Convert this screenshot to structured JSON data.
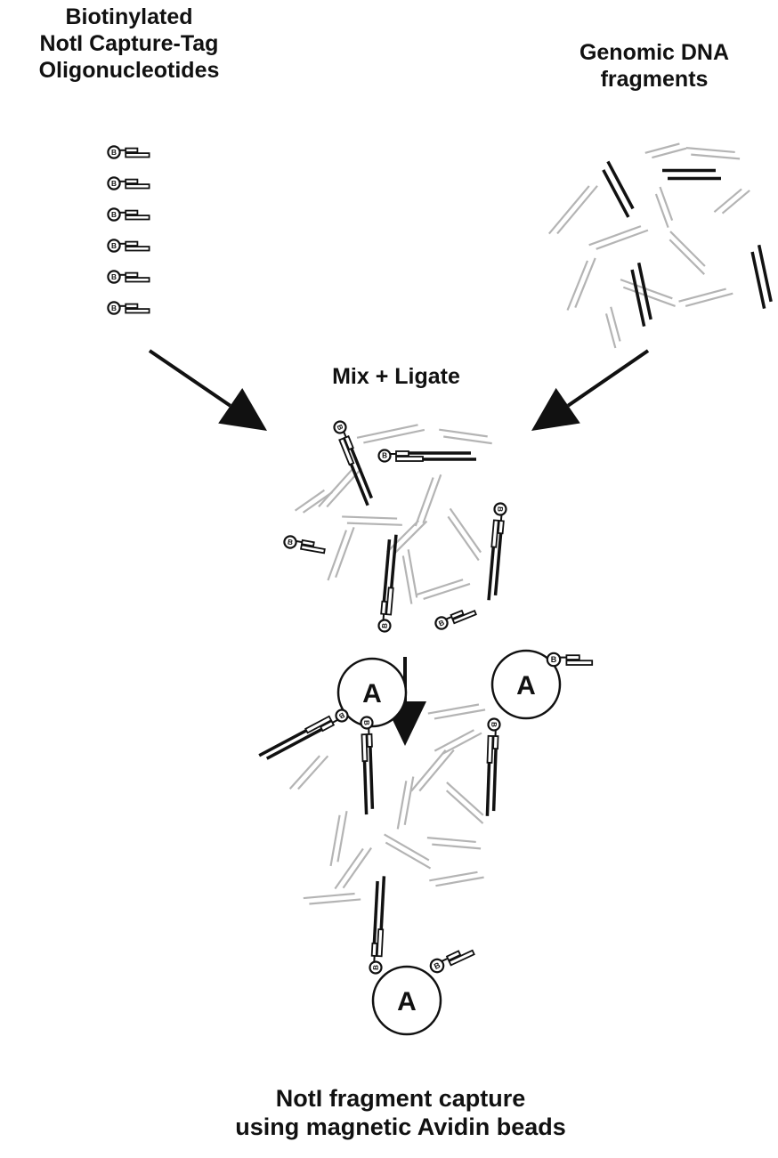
{
  "labels": {
    "oligo_line1": "Biotinylated",
    "oligo_line2": "NotI Capture-Tag",
    "oligo_line3": "Oligonucleotides",
    "genomic_line1": "Genomic DNA",
    "genomic_line2": "fragments",
    "mix": "Mix + Ligate",
    "capture_line1": "NotI fragment capture",
    "capture_line2": "using magnetic Avidin beads"
  },
  "symbols": {
    "biotin": "B",
    "avidin": "A"
  },
  "colors": {
    "ink": "#111111",
    "gray_dna": "#b4b4b4"
  }
}
